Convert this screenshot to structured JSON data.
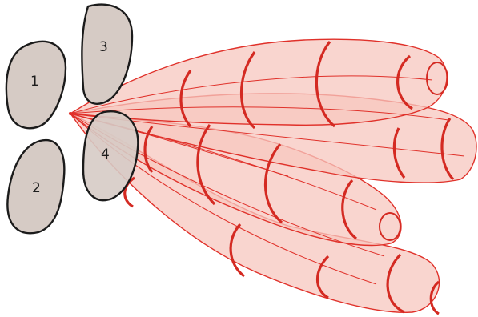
{
  "elements": [
    {
      "id": "1",
      "label": "1"
    },
    {
      "id": "2",
      "label": "2"
    },
    {
      "id": "3",
      "label": "3"
    },
    {
      "id": "4",
      "label": "4"
    }
  ],
  "lobes": [
    {
      "name": "lobe-upper"
    },
    {
      "name": "lobe-right"
    },
    {
      "name": "lobe-middle"
    },
    {
      "name": "lobe-lower"
    }
  ],
  "colors": {
    "element_fill": "#d6cbc5",
    "element_stroke": "#1b1b1b",
    "lobe_fill": "#f7c7bf",
    "lobe_stroke": "#e0312a",
    "background": "#ffffff"
  }
}
